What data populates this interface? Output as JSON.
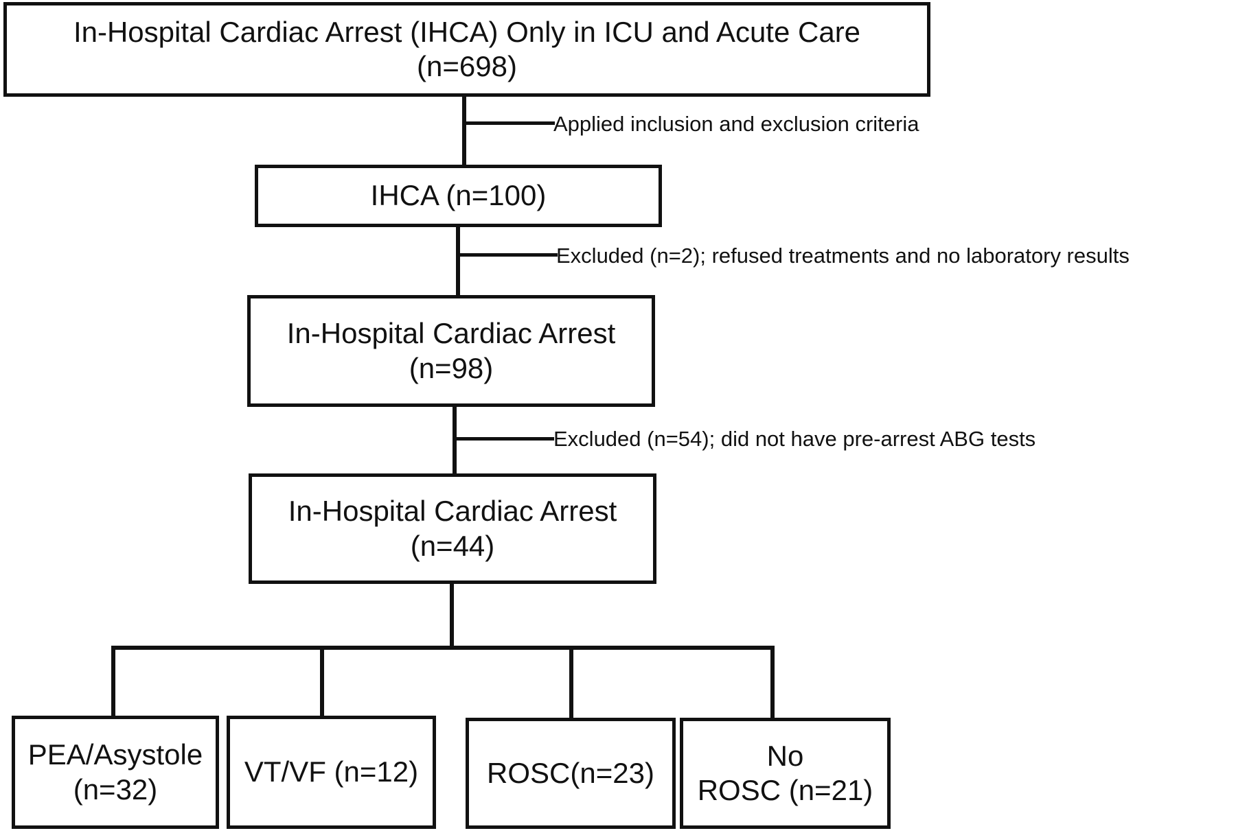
{
  "nodes": {
    "total": {
      "line1": "In-Hospital Cardiac Arrest (IHCA) Only in ICU and Acute Care",
      "line2": "(n=698)"
    },
    "ihca": {
      "line1": "IHCA (n=100)"
    },
    "stage3": {
      "line1": "In-Hospital Cardiac Arrest",
      "line2": "(n=98)"
    },
    "stage4": {
      "line1": "In-Hospital Cardiac Arrest",
      "line2": "(n=44)"
    },
    "pea": {
      "line1": "PEA/Asystole",
      "line2": "(n=32)"
    },
    "vtvf": {
      "line1": "VT/VF (n=12)"
    },
    "rosc": {
      "line1": "ROSC(n=23)"
    },
    "norosc": {
      "line1": "No",
      "line2": "ROSC (n=21)"
    }
  },
  "notes": {
    "criteria": "Applied inclusion and exclusion criteria",
    "excluded1": "Excluded (n=2); refused treatments and no laboratory results",
    "excluded2": "Excluded (n=54); did not have pre-arrest ABG tests"
  },
  "colors": {
    "line": "#111111",
    "background": "#ffffff"
  }
}
